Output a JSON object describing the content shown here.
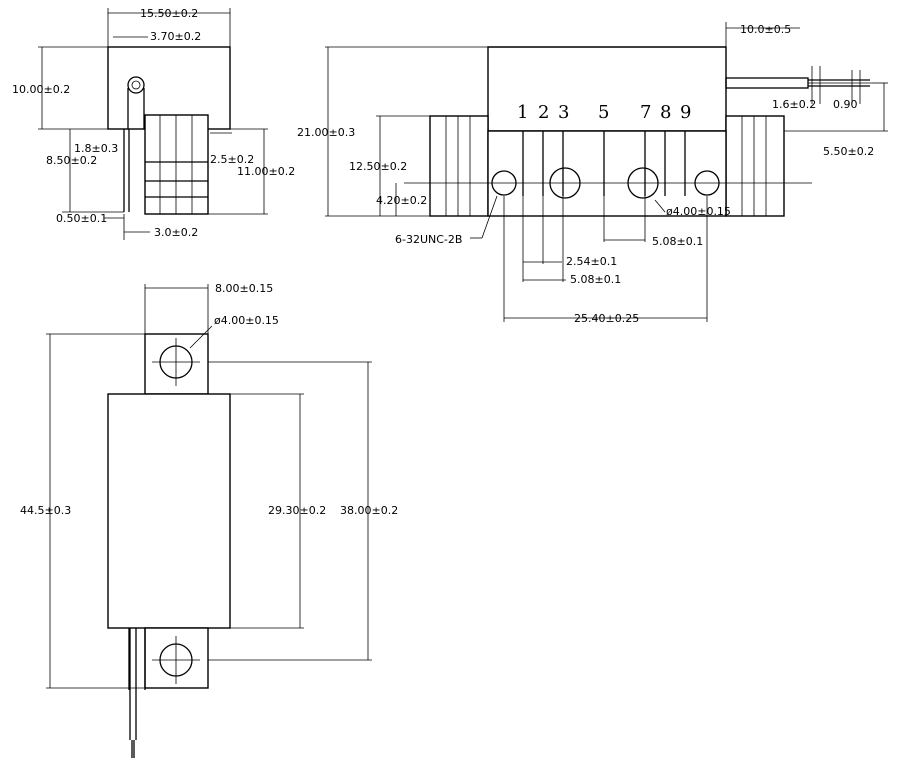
{
  "side_view": {
    "width_total": "15.50±0.2",
    "width_top": "3.70±0.2",
    "height_top": "10.00±0.2",
    "lead_offset": "1.8±0.3",
    "body_height": "8.50±0.2",
    "slot_width": "2.5±0.2",
    "flange_height": "11.00±0.2",
    "lead_dia": "0.50±0.1",
    "flange_gap": "3.0±0.2"
  },
  "front_view": {
    "pin_labels": [
      "1",
      "2",
      "3",
      "5",
      "7",
      "8",
      "9"
    ],
    "total_height": "21.00±0.3",
    "body_height": "12.50±0.2",
    "hole_height": "4.20±0.2",
    "fiber_length": "10.0±0.5",
    "fiber_dia": "0.90",
    "ferrule_dia": "1.6±0.2",
    "fiber_height": "5.50±0.2",
    "hole_dia": "ø4.00±0.15",
    "thread": "6-32UNC-2B",
    "pitch_small": "2.54±0.1",
    "pitch_mid": "5.08±0.1",
    "pitch_5_7": "5.08±0.1",
    "hole_spacing": "25.40±0.25"
  },
  "top_view": {
    "flange_width": "8.00±0.15",
    "hole_dia": "ø4.00±0.15",
    "total_length": "44.5±0.3",
    "body_length": "29.30±0.2",
    "hole_spacing": "38.00±0.2"
  }
}
